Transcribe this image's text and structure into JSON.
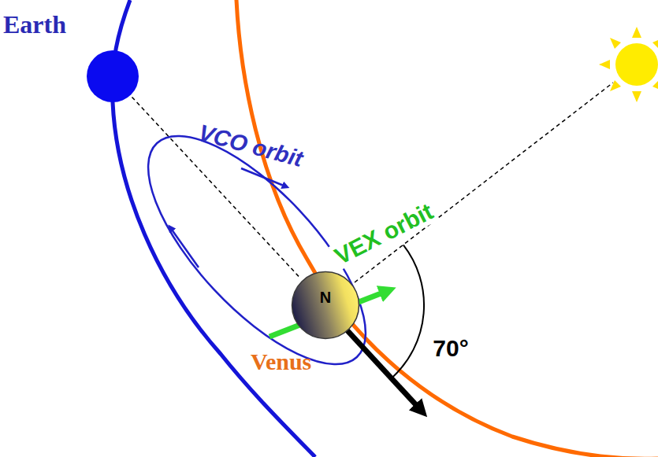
{
  "diagram": {
    "nodes": [
      {
        "text": [
          "Earth"
        ]
      },
      {
        "text": [
          "N",
          "Venus"
        ]
      }
    ],
    "edges": [
      {
        "from": 0,
        "to": 1,
        "arrow": "none"
      }
    ],
    "labels": [
      "VCO orbit",
      "VEX orbit",
      "70°"
    ]
  }
}
